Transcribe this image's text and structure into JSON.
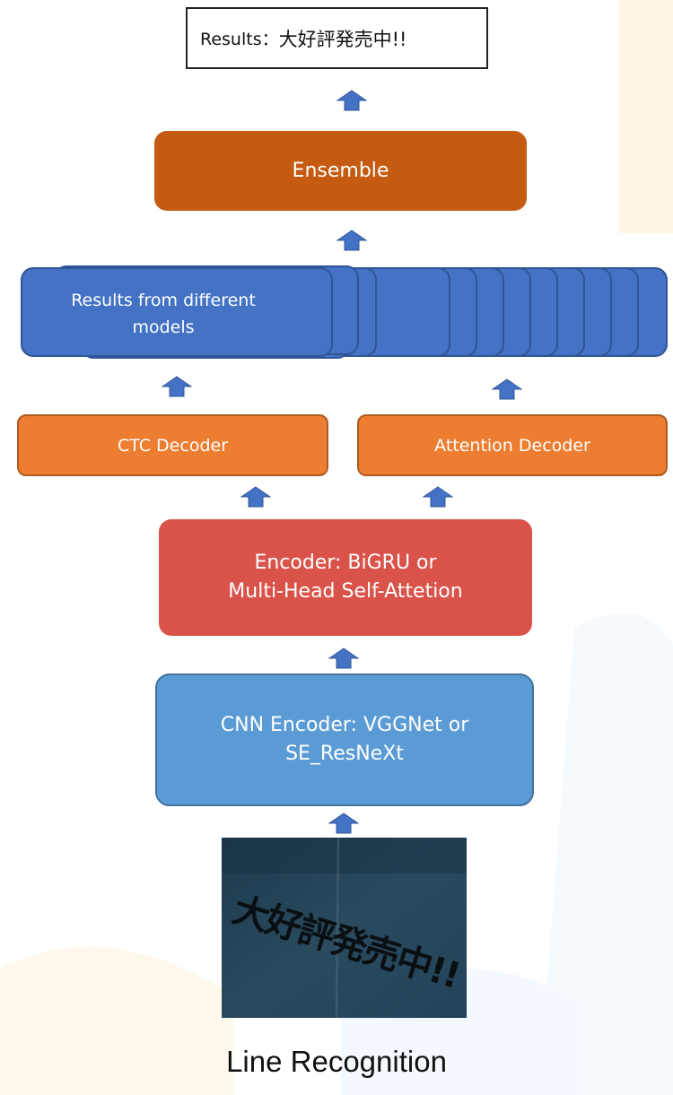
{
  "results": {
    "label": "Results：",
    "text": "大好評発売中!!"
  },
  "ensemble": {
    "label": "Ensemble"
  },
  "models": {
    "line1": "Results from different",
    "line2": "models"
  },
  "ctc_decoder": {
    "label": "CTC Decoder"
  },
  "attention_decoder": {
    "label": "Attention Decoder"
  },
  "encoder": {
    "line1": "Encoder: BiGRU or",
    "line2": "Multi-Head Self-Attetion"
  },
  "cnn_encoder": {
    "line1": "CNN Encoder: VGGNet or",
    "line2": "SE_ResNeXt"
  },
  "input_image": {
    "text": "大好評発売中!!"
  },
  "caption": "Line Recognition",
  "colors": {
    "arrow": "#4472c4",
    "ensemble": "#c55a11",
    "models": "#4472c4",
    "decoder": "#ed7d31",
    "encoder": "#d9534a",
    "cnn": "#5b9bd5"
  }
}
